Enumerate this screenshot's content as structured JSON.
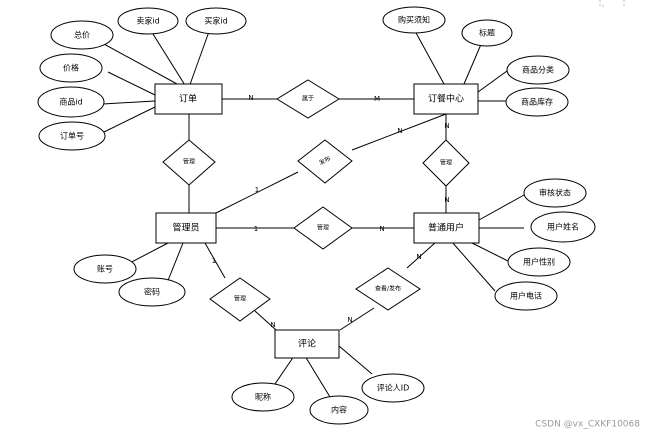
{
  "entities": {
    "order": "订单",
    "order_center": "订餐中心",
    "admin": "管理员",
    "user": "普通用户",
    "comment": "评论"
  },
  "attributes": {
    "total_price": "总价",
    "seller_id": "卖家id",
    "buyer_id": "买家id",
    "price": "价格",
    "product_id": "商品id",
    "order_no": "订单号",
    "purchase_notice": "购买须知",
    "title": "标题",
    "category": "商品分类",
    "stock": "商品库存",
    "review_status": "审核状态",
    "user_name": "用户姓名",
    "user_gender": "用户性别",
    "user_phone": "用户电话",
    "account": "账号",
    "password": "密码",
    "nickname": "昵称",
    "content": "内容",
    "commenter_id": "评论人ID"
  },
  "relationships": {
    "belongs_to": "属于",
    "manage_order": "管理",
    "publish": "发布",
    "manage_center": "管理",
    "manage_user": "管理",
    "manage_comment": "管理",
    "view_publish": "查看/发布"
  },
  "cardinalities": {
    "order_belongs": "N",
    "center_belongs": "M",
    "center_publish": "N",
    "admin_publish": "1",
    "center_manage": "N",
    "user_manage": "N",
    "admin_user": "1",
    "user_comment": "N",
    "comment_user": "N",
    "admin_comment": "1",
    "comment_admin": "N"
  },
  "watermark": "CSDN @vx_CXKF10068"
}
